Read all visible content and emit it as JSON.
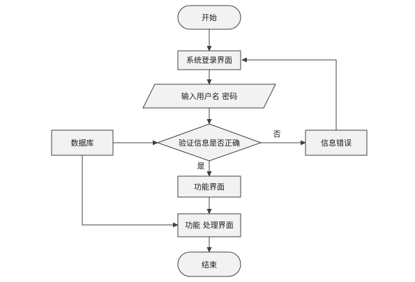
{
  "flowchart": {
    "nodes": {
      "start": "开始",
      "login": "系统登录界面",
      "input": "输入用户名 密码",
      "database": "数据库",
      "verify": "验证信息是否正确",
      "error": "信息错误",
      "function": "功能界面",
      "process": "功能 处理界面",
      "end": "结束"
    },
    "edges": {
      "no": "否",
      "yes": "是"
    }
  }
}
